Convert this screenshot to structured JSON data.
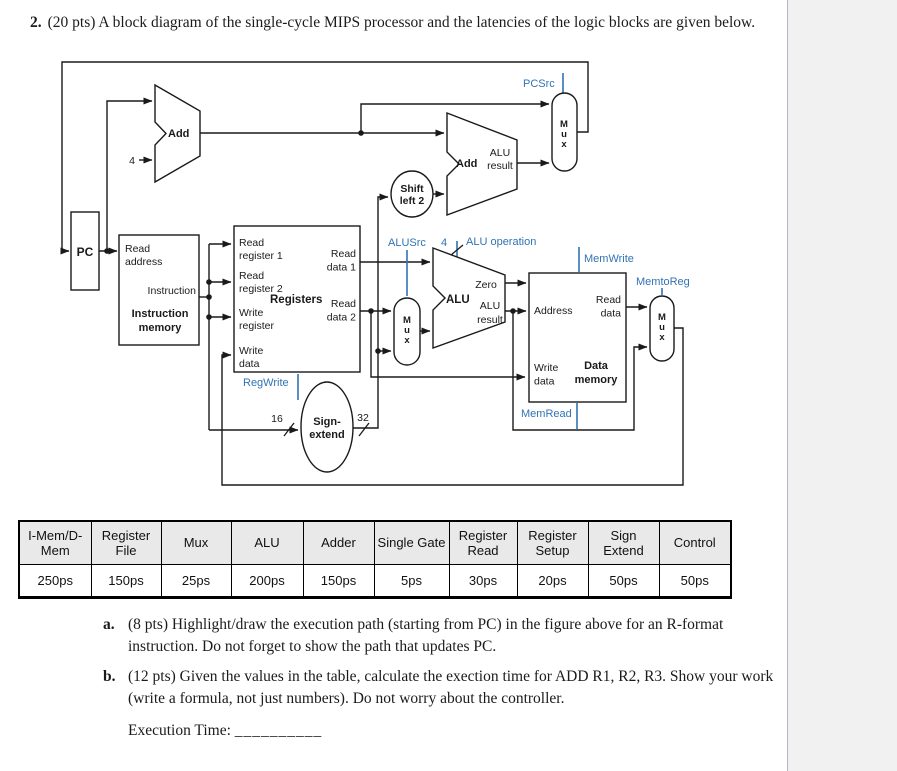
{
  "page": {
    "question": {
      "number": "2.",
      "text": "(20 pts) A block diagram of the single-cycle MIPS processor and the latencies of the logic blocks are given below."
    },
    "sub_questions": {
      "a_label": "a.",
      "a_text": "(8 pts) Highlight/draw the execution path (starting from PC) in the figure above for an R-format instruction. Do not forget to show the path that updates PC.",
      "b_label": "b.",
      "b_text": "(12 pts) Given the values in the table, calculate the exection time for ADD R1, R2, R3. Show your work (write a formula, not just numbers). Do not worry about the controller.",
      "execution_time_label": "Execution Time:",
      "execution_time_blank": "__________"
    }
  },
  "diagram": {
    "colors": {
      "line": "#1a1a1a",
      "control_blue": "#3173b4"
    },
    "labels": {
      "pc": "PC",
      "add": "Add",
      "four": "4",
      "imem_read_address": "Read\naddress",
      "imem_instruction": "Instruction",
      "imem_title": "Instruction\nmemory",
      "reg_read_register_1": "Read\nregister 1",
      "reg_read_register_2": "Read\nregister 2",
      "reg_write_register": "Write\nregister",
      "reg_write_data": "Write\ndata",
      "reg_title": "Registers",
      "reg_read_data_1": "Read\ndata 1",
      "reg_read_data_2": "Read\ndata 2",
      "regwrite": "RegWrite",
      "sign_extend": "Sign-\nextend",
      "bits_16": "16",
      "bits_32": "32",
      "shift_left_2": "Shift\nleft 2",
      "add2": "Add",
      "add2_result": "ALU\nresult",
      "pcsrc": "PCSrc",
      "mux": "M\nu\nx",
      "alusrc": "ALUSrc",
      "alu_op_bits": "4",
      "alu_operation": "ALU operation",
      "alu": "ALU",
      "zero": "Zero",
      "alu_result": "ALU\nresult",
      "memwrite": "MemWrite",
      "memread": "MemRead",
      "memtoreg": "MemtoReg",
      "dmem_address": "Address",
      "dmem_read_data": "Read\ndata",
      "dmem_write_data": "Write\ndata",
      "dmem_title": "Data\nmemory"
    }
  },
  "table": {
    "headers": [
      "I-Mem/D-Mem",
      "Register File",
      "Mux",
      "ALU",
      "Adder",
      "Single Gate",
      "Register Read",
      "Register Setup",
      "Sign Extend",
      "Control"
    ],
    "values": [
      "250ps",
      "150ps",
      "25ps",
      "200ps",
      "150ps",
      "5ps",
      "30ps",
      "20ps",
      "50ps",
      "50ps"
    ]
  }
}
